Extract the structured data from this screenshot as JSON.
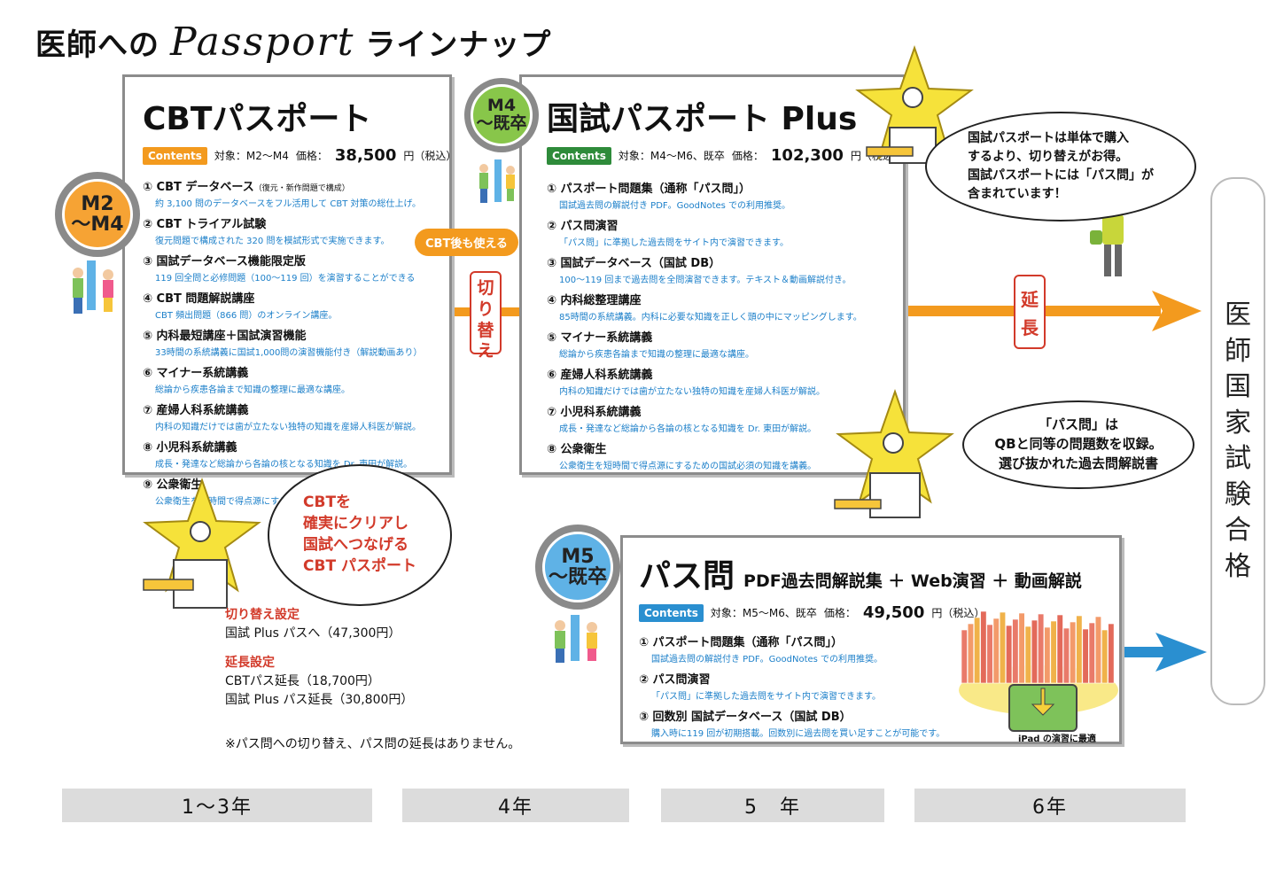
{
  "header": {
    "prefix": "医師への",
    "brand": "Passport",
    "suffix": "ラインナップ"
  },
  "cbt": {
    "title": "CBTパスポート",
    "contents": "Contents",
    "target": "対象：M2〜M4",
    "price_label": "価格：",
    "price": "38,500",
    "price_unit": "円（税込）",
    "items": [
      {
        "t": "① CBT データベース",
        "note": "（復元・新作問題で構成）",
        "d": "約 3,100 問のデータベースをフル活用して CBT 対策の総仕上げ。"
      },
      {
        "t": "② CBT トライアル試験",
        "d": "復元問題で構成された 320 問を模試形式で実施できます。"
      },
      {
        "t": "③ 国試データベース機能限定版",
        "d": "119 回全問と必修問題（100〜119 回）を演習することができる"
      },
      {
        "t": "④ CBT 問題解説講座",
        "d": "CBT 頻出問題（866 問）のオンライン講座。"
      },
      {
        "t": "⑤ 内科最短講座＋国試演習機能",
        "d": "33時間の系統講義に国試1,000問の演習機能付き（解説動画あり）"
      },
      {
        "t": "⑥ マイナー系統講義",
        "d": "総論から疾患各論まで知識の整理に最適な講座。"
      },
      {
        "t": "⑦ 産婦人科系統講義",
        "d": "内科の知識だけでは歯が立たない独特の知識を産婦人科医が解説。"
      },
      {
        "t": "⑧ 小児科系統講義",
        "d": "成長・発達など総論から各論の核となる知識を Dr. 東田が解説。"
      },
      {
        "t": "⑨ 公衆衛生",
        "d": "公衆衛生を短時間で得点源にするための国試必須の知識を講義。"
      }
    ]
  },
  "kokushi": {
    "title": "国試パスポート Plus",
    "contents": "Contents",
    "target": "対象：M4〜M6、既卒",
    "price_label": "価格：",
    "price": "102,300",
    "price_unit": "円（税込）",
    "items": [
      {
        "t": "① パスポート問題集（通称「パス問」）",
        "d": "国試過去問の解説付き PDF。GoodNotes での利用推奨。"
      },
      {
        "t": "② パス問演習",
        "d": "「パス問」に準拠した過去問をサイト内で演習できます。"
      },
      {
        "t": "③ 国試データベース（国試 DB）",
        "d": "100〜119 回まで過去問を全問演習できます。テキスト＆動画解説付き。"
      },
      {
        "t": "④ 内科総整理講座",
        "d": "85時間の系統講義。内科に必要な知識を正しく頭の中にマッピングします。"
      },
      {
        "t": "⑤ マイナー系統講義",
        "d": "総論から疾患各論まで知識の整理に最適な講座。"
      },
      {
        "t": "⑥ 産婦人科系統講義",
        "d": "内科の知識だけでは歯が立たない独特の知識を産婦人科医が解説。"
      },
      {
        "t": "⑦ 小児科系統講義",
        "d": "成長・発達など総論から各論の核となる知識を Dr. 東田が解説。"
      },
      {
        "t": "⑧ 公衆衛生",
        "d": "公衆衛生を短時間で得点源にするための国試必須の知識を講義。"
      }
    ]
  },
  "pasumon": {
    "title": "パス問",
    "subtitle": "PDF過去問解説集 ＋ Web演習 ＋ 動画解説",
    "contents": "Contents",
    "target": "対象：M5〜M6、既卒",
    "price_label": "価格：",
    "price": "49,500",
    "price_unit": "円（税込）",
    "items": [
      {
        "t": "① パスポート問題集（通称「パス問」）",
        "d": "国試過去問の解説付き PDF。GoodNotes での利用推奨。"
      },
      {
        "t": "② パス問演習",
        "d": "「パス問」に準拠した過去問をサイト内で演習できます。"
      },
      {
        "t": "③ 回数別 国試データベース（国試 DB）",
        "d": "購入時に119 回が初期搭載。回数別に過去問を買い足すことが可能です。"
      }
    ],
    "ipad_note": "iPad の演習に最適"
  },
  "badges": {
    "m2": [
      "M2",
      "〜M4"
    ],
    "m4": [
      "M4",
      "〜既卒"
    ],
    "m5": [
      "M5",
      "〜既卒"
    ]
  },
  "tags": {
    "cbt_after": "CBT後も使える",
    "switch": [
      "切",
      "り",
      "替",
      "え"
    ],
    "extend": [
      "延",
      "長"
    ]
  },
  "bubbles": {
    "kokushi": [
      "国試パスポートは単体で購入",
      "するより、切り替えがお得。",
      "国試パスポートには「パス問」が",
      "含まれています！"
    ],
    "pasumon": [
      "「パス問」は",
      "QBと同等の問題数を収録。",
      "選び抜かれた過去問解説書"
    ],
    "cbt": [
      "CBTを",
      "確実にクリアし",
      "国試へつなげる",
      "CBT パスポート"
    ]
  },
  "options": {
    "switch_head": "切り替え設定",
    "switch_line": "国試 Plus パスへ（47,300円）",
    "extend_head": "延長設定",
    "extend_lines": [
      "CBTパス延長（18,700円）",
      "国試 Plus パス延長（30,800円）"
    ],
    "note": "※パス問への切り替え、パス問の延長はありません。"
  },
  "goal": [
    "医",
    "師",
    "国",
    "家",
    "試",
    "験",
    "合",
    "格"
  ],
  "years": [
    "1〜3年",
    "4年",
    "5　年",
    "6年"
  ],
  "colors": {
    "orange": "#f39a1e",
    "green": "#2e8b3a",
    "blue": "#2a8fd0",
    "red": "#d23a2a",
    "link_blue": "#1b7fc9"
  },
  "icons": [
    "star-character",
    "pointing-doctor",
    "students-figure",
    "book-stack",
    "ipad-icon"
  ]
}
